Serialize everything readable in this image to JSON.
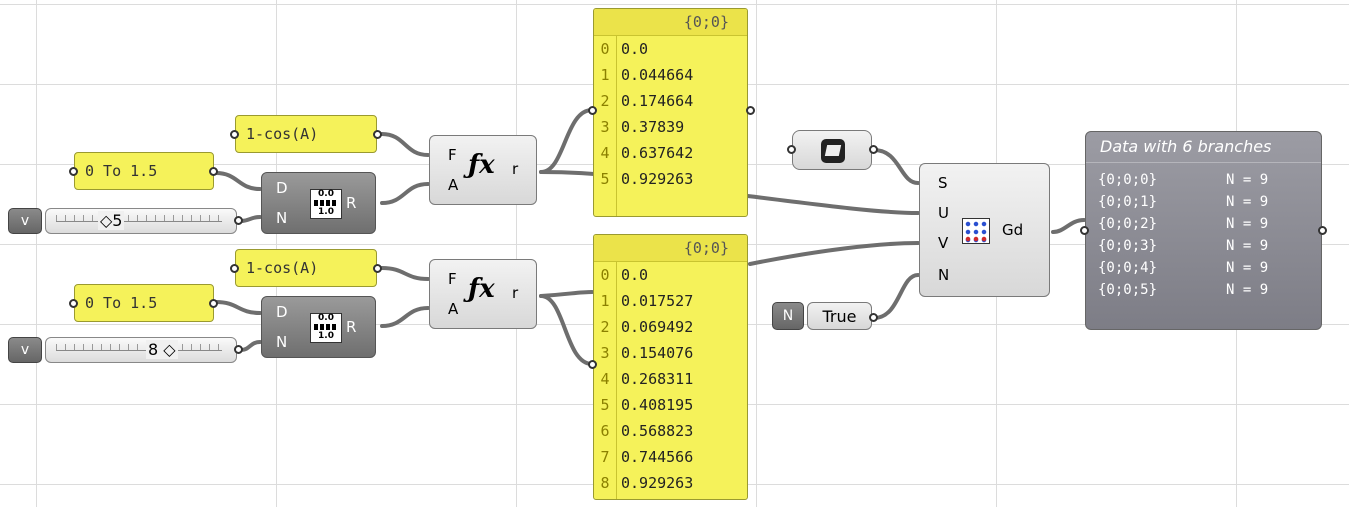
{
  "canvas": {
    "expression_1": "1-cos(A)",
    "expression_2": "1-cos(A)",
    "domain_1": "0 To 1.5",
    "domain_2": "0 To 1.5",
    "slider_1": {
      "button": "v",
      "value": "◇5"
    },
    "slider_2": {
      "button": "v",
      "value": "8 ◇"
    },
    "range_1": {
      "inputs": [
        "D",
        "N"
      ],
      "output": "R",
      "icon_top": "0.0",
      "icon_bottom": "1.0"
    },
    "range_2": {
      "inputs": [
        "D",
        "N"
      ],
      "output": "R",
      "icon_top": "0.0",
      "icon_bottom": "1.0"
    },
    "expr_comp_1": {
      "inputs": [
        "F",
        "A"
      ],
      "output": "r"
    },
    "expr_comp_2": {
      "inputs": [
        "F",
        "A"
      ],
      "output": "r"
    },
    "panel_1": {
      "header": "{0;0}",
      "rows": [
        {
          "i": "0",
          "v": "0.0"
        },
        {
          "i": "1",
          "v": "0.044664"
        },
        {
          "i": "2",
          "v": "0.174664"
        },
        {
          "i": "3",
          "v": "0.37839"
        },
        {
          "i": "4",
          "v": "0.637642"
        },
        {
          "i": "5",
          "v": "0.929263"
        }
      ]
    },
    "panel_2": {
      "header": "{0;0}",
      "rows": [
        {
          "i": "0",
          "v": "0.0"
        },
        {
          "i": "1",
          "v": "0.017527"
        },
        {
          "i": "2",
          "v": "0.069492"
        },
        {
          "i": "3",
          "v": "0.154076"
        },
        {
          "i": "4",
          "v": "0.268311"
        },
        {
          "i": "5",
          "v": "0.408195"
        },
        {
          "i": "6",
          "v": "0.568823"
        },
        {
          "i": "7",
          "v": "0.744566"
        },
        {
          "i": "8",
          "v": "0.929263"
        }
      ]
    },
    "toggle": {
      "button": "N",
      "value": "True"
    },
    "grid_comp": {
      "inputs": [
        "S",
        "U",
        "V",
        "N"
      ],
      "output": "Gd"
    },
    "data_panel": {
      "title": "Data with 6 branches",
      "rows": [
        {
          "path": "{0;0;0}",
          "count": "N = 9"
        },
        {
          "path": "{0;0;1}",
          "count": "N = 9"
        },
        {
          "path": "{0;0;2}",
          "count": "N = 9"
        },
        {
          "path": "{0;0;3}",
          "count": "N = 9"
        },
        {
          "path": "{0;0;4}",
          "count": "N = 9"
        },
        {
          "path": "{0;0;5}",
          "count": "N = 9"
        }
      ]
    },
    "colors": {
      "panel": "#f5f25a",
      "wire": "#6e6e6e",
      "component": "#d8d8d8"
    }
  }
}
